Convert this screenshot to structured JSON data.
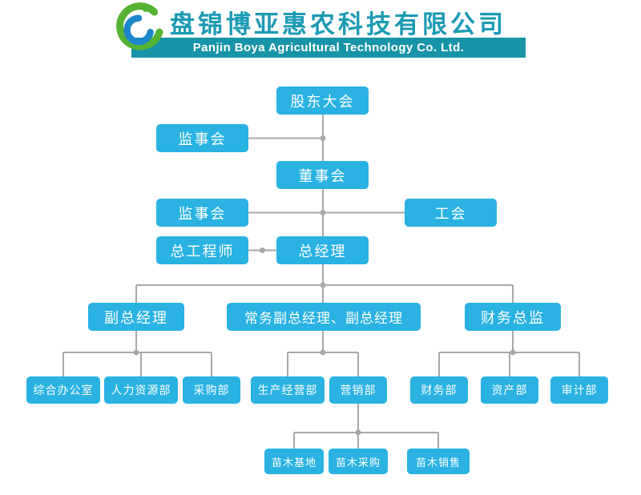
{
  "header": {
    "company_name_zh": "盘锦博亚惠农科技有限公司",
    "company_name_en": "Panjin Boya Agricultural Technology Co. Ltd."
  },
  "colors": {
    "title_color": "#1b9ab3",
    "banner_color": "#1794a7",
    "node_fill": "#29b2e2",
    "line_color": "#a8a8a8",
    "logo_green": "#56b233",
    "logo_blue": "#1b87c9"
  },
  "org": {
    "shareholders_meeting": "股东大会",
    "supervisory_board_upper": "监事会",
    "board_of_directors": "董事会",
    "supervisory_board_lower": "监事会",
    "labor_union": "工会",
    "chief_engineer": "总工程师",
    "general_manager": "总经理",
    "deputy_general_manager": "副总经理",
    "executive_deputy_general_manager": "常务副总经理、副总经理",
    "finance_director": "财务总监",
    "general_office": "综合办公室",
    "human_resources_dept": "人力资源部",
    "purchasing_dept": "采购部",
    "production_operation_dept": "生产经营部",
    "marketing_dept": "营销部",
    "finance_dept": "财务部",
    "asset_dept": "资产部",
    "audit_dept": "审计部",
    "seedling_base": "苗木基地",
    "seedling_purchasing": "苗木采购",
    "seedling_sales": "苗木销售"
  },
  "edges": [
    [
      "shareholders_meeting",
      "board_of_directors"
    ],
    [
      "board_of_directors",
      "general_manager"
    ],
    [
      "general_manager",
      "deputy_general_manager"
    ],
    [
      "general_manager",
      "executive_deputy_general_manager"
    ],
    [
      "general_manager",
      "finance_director"
    ],
    [
      "deputy_general_manager",
      "general_office"
    ],
    [
      "deputy_general_manager",
      "human_resources_dept"
    ],
    [
      "deputy_general_manager",
      "purchasing_dept"
    ],
    [
      "executive_deputy_general_manager",
      "production_operation_dept"
    ],
    [
      "executive_deputy_general_manager",
      "marketing_dept"
    ],
    [
      "finance_director",
      "finance_dept"
    ],
    [
      "finance_director",
      "asset_dept"
    ],
    [
      "finance_director",
      "audit_dept"
    ],
    [
      "marketing_dept",
      "seedling_base"
    ],
    [
      "marketing_dept",
      "seedling_purchasing"
    ],
    [
      "marketing_dept",
      "seedling_sales"
    ]
  ],
  "lateral_links": [
    [
      "supervisory_board_upper",
      "shareholders_meeting/board_of_directors link"
    ],
    [
      "supervisory_board_lower",
      "board_of_directors/general_manager link"
    ],
    [
      "labor_union",
      "board_of_directors/general_manager link"
    ],
    [
      "chief_engineer",
      "general_manager"
    ]
  ]
}
